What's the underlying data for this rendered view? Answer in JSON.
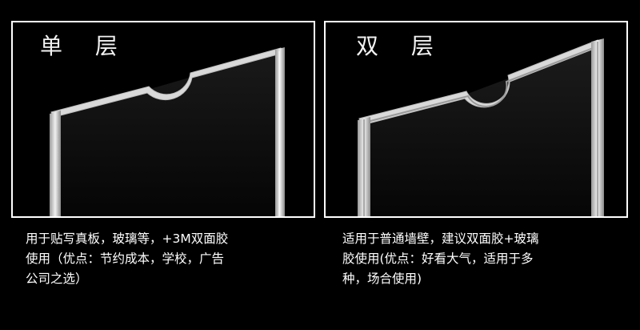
{
  "panels": {
    "single": {
      "title": "单 层",
      "description_lines": [
        "用于贴写真板，玻璃等，+3M双面胶",
        "使用（优点：节约成本，学校，广告",
        "公司之选）"
      ]
    },
    "double": {
      "title": "双 层",
      "description_lines": [
        "适用于普通墙壁，建议双面胶+玻璃",
        "胶使用(优点：好看大气，适用于多",
        "种，场合使用)"
      ]
    }
  },
  "colors": {
    "background": "#000000",
    "border": "#ffffff",
    "text": "#ffffff",
    "acrylic_edge": "#d8d8d8"
  }
}
